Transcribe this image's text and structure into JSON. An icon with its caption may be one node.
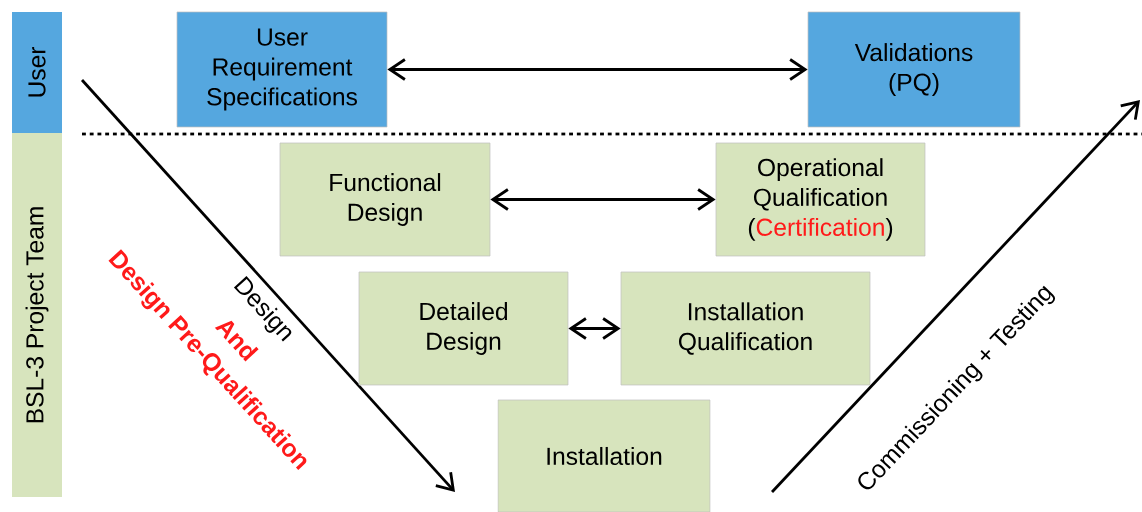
{
  "diagram": {
    "nodes": [
      {
        "text": [
          "User"
        ]
      },
      {
        "text": [
          "BSL-3 Project Team"
        ]
      },
      {
        "text": [
          "User Requirement Specifications"
        ]
      },
      {
        "text": [
          "Validations (PQ)"
        ]
      },
      {
        "text": [
          "Functional Design"
        ]
      },
      {
        "text": [
          "Operational Qualification",
          "(",
          "Certification",
          ")"
        ]
      },
      {
        "text": [
          "Detailed Design"
        ]
      },
      {
        "text": [
          "Installation Qualification"
        ]
      },
      {
        "text": [
          "Installation"
        ]
      }
    ],
    "edges": [
      {
        "from": 2,
        "to": 3,
        "arrow": "both"
      },
      {
        "from": 4,
        "to": 5,
        "arrow": "both"
      },
      {
        "from": 6,
        "to": 7,
        "arrow": "both"
      }
    ],
    "labels": [
      "Design",
      "And",
      "Design Pre-Qualification",
      "Commissioning + Testing"
    ]
  }
}
